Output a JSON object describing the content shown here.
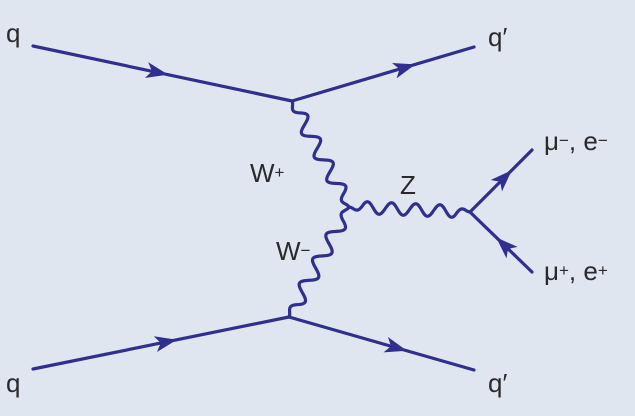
{
  "diagram": {
    "line_color": "#2e2f8f",
    "background_color": "#dfe6ef",
    "labels": {
      "q_top_left": "q",
      "q_top_right": "q′",
      "q_bottom_left": "q",
      "q_bottom_right": "q′",
      "w_plus_base": "W",
      "w_plus_sup": "+",
      "w_minus_base": "W",
      "w_minus_sup": "−",
      "z": "Z",
      "mu_minus_base": "μ",
      "mu_minus_sup": "−",
      "e_minus_base": ",  e",
      "e_minus_sup": "−",
      "mu_plus_base": "μ",
      "mu_plus_sup": "+",
      "e_plus_base": ",  e",
      "e_plus_sup": "+"
    }
  }
}
